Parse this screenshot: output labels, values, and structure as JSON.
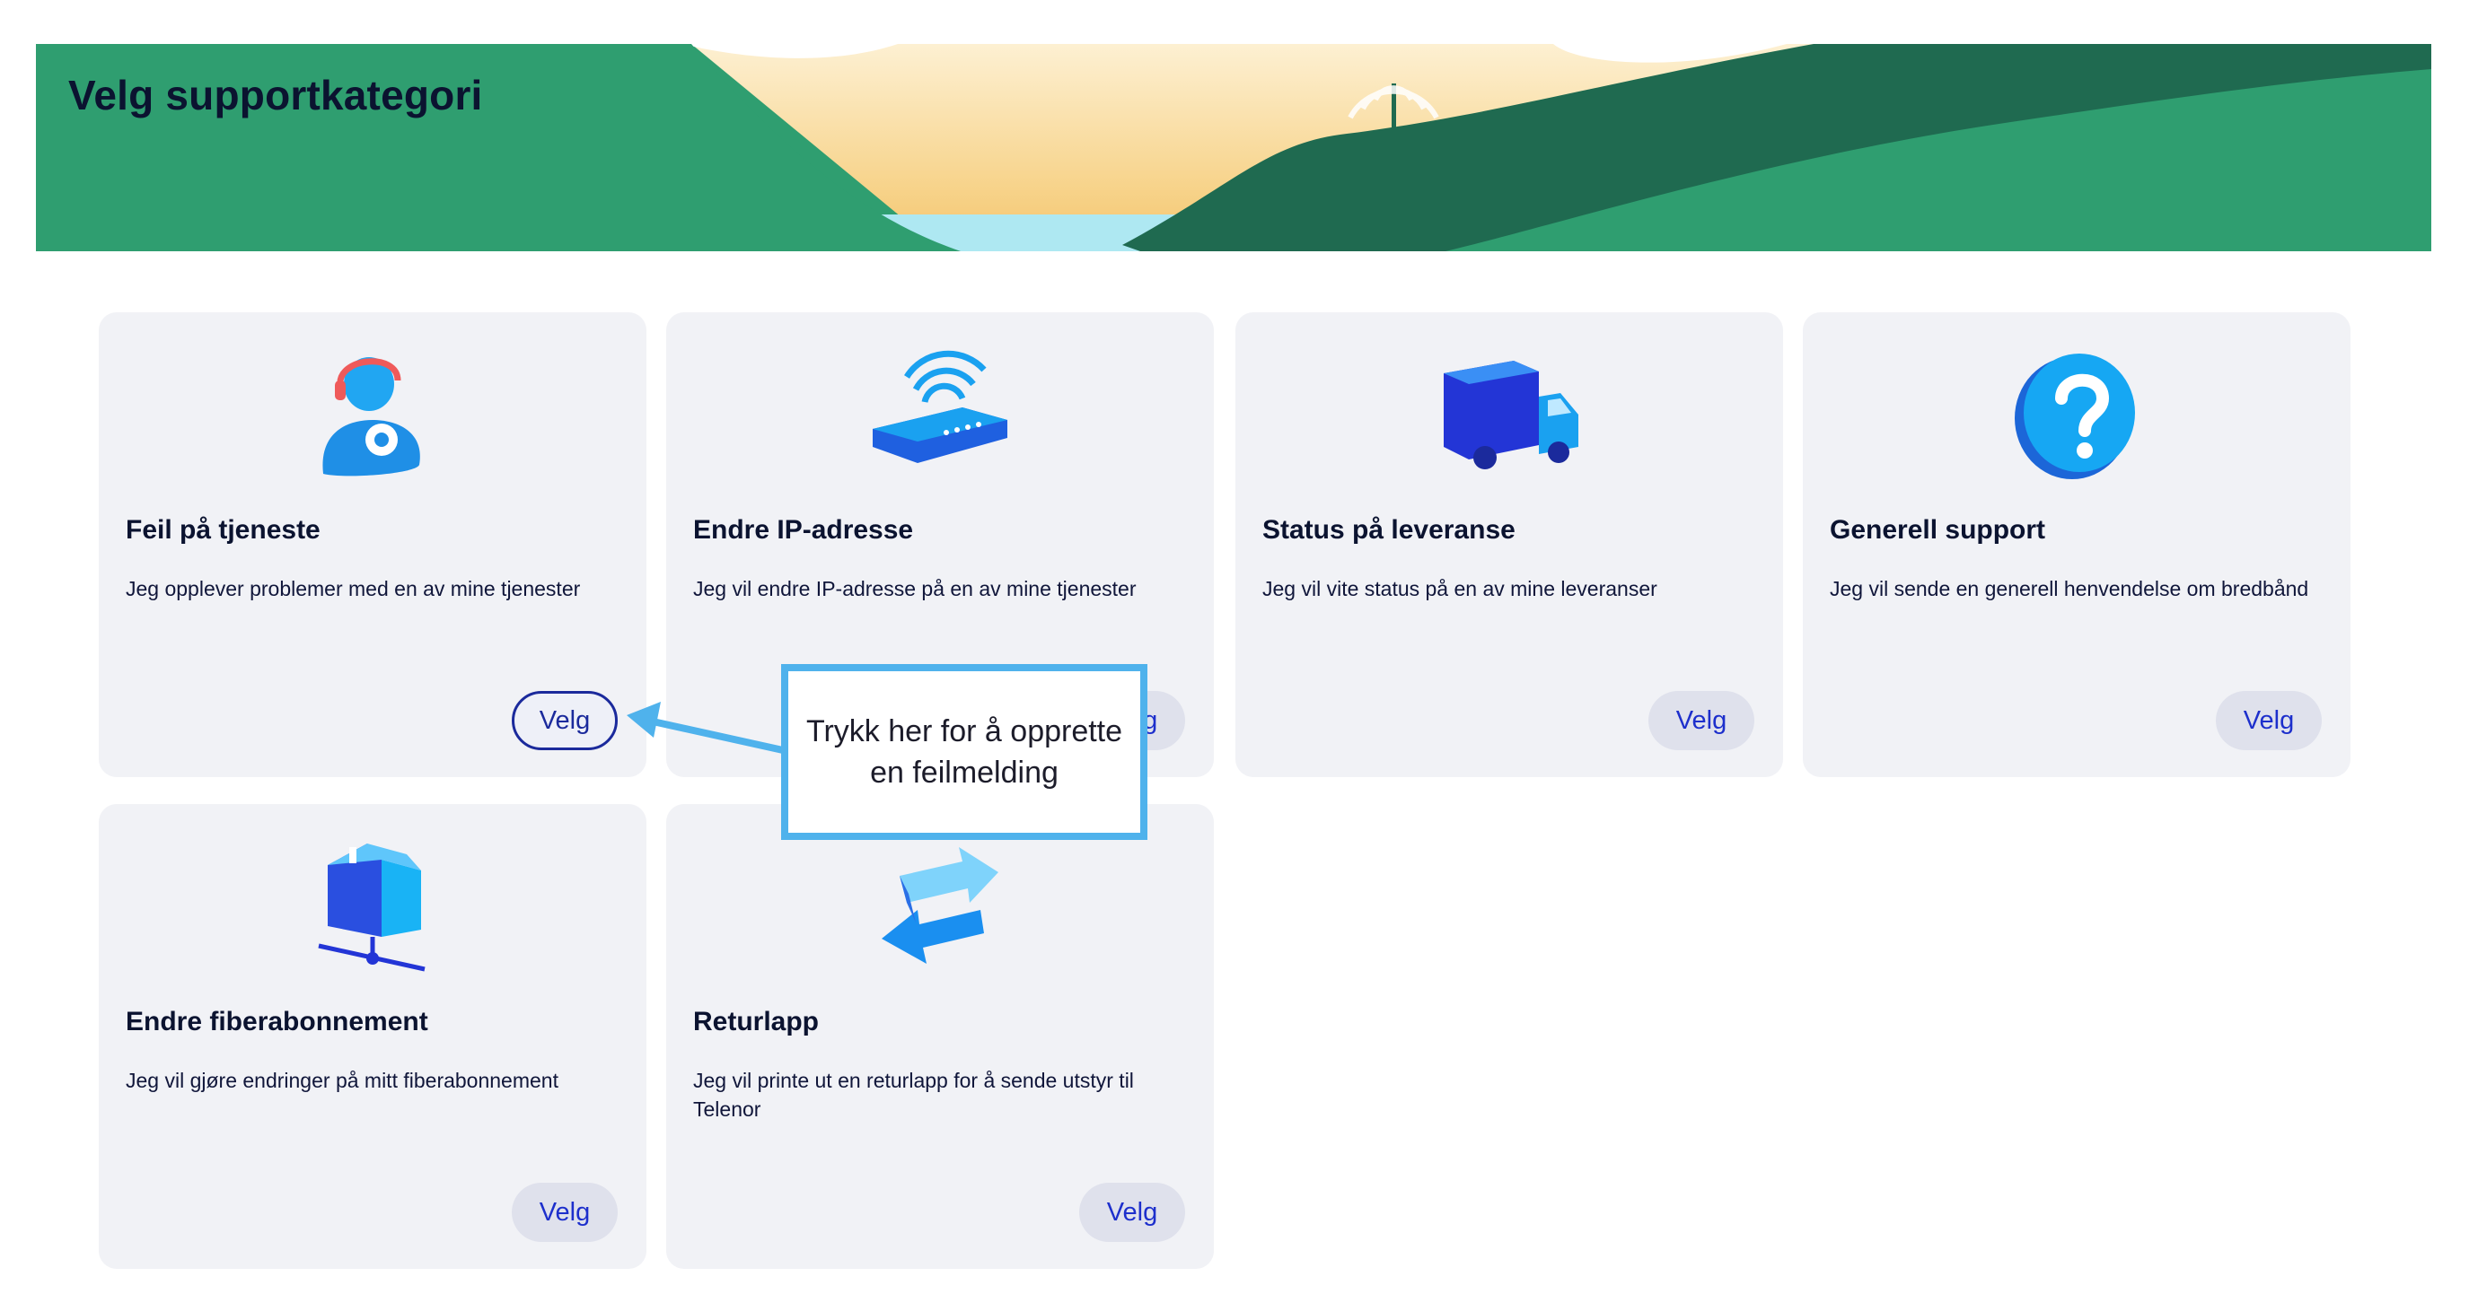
{
  "header": {
    "title": "Velg supportkategori"
  },
  "cards": [
    {
      "id": "feil",
      "title": "Feil på tjeneste",
      "description": "Jeg opplever problemer med en av mine tjenester",
      "button": "Velg",
      "icon": "support-agent-icon"
    },
    {
      "id": "ip",
      "title": "Endre IP-adresse",
      "description": "Jeg vil endre IP-adresse på en av mine tjenester",
      "button": "Velg",
      "icon": "router-icon"
    },
    {
      "id": "status",
      "title": "Status på leveranse",
      "description": "Jeg vil vite status på en av mine leveranser",
      "button": "Velg",
      "icon": "delivery-truck-icon"
    },
    {
      "id": "generell",
      "title": "Generell support",
      "description": "Jeg vil sende en generell henvendelse om bredbånd",
      "button": "Velg",
      "icon": "question-mark-icon"
    },
    {
      "id": "fiber",
      "title": "Endre fiberabonnement",
      "description": "Jeg vil gjøre endringer på mitt fiberabonnement",
      "button": "Velg",
      "icon": "fiber-house-icon"
    },
    {
      "id": "retur",
      "title": "Returlapp",
      "description": "Jeg vil printe ut en returlapp for å sende utstyr til Telenor",
      "button": "Velg",
      "icon": "return-arrows-icon"
    }
  ],
  "callout": {
    "text": "Trykk her for å opprette en feilmelding"
  },
  "colors": {
    "banner_green": "#2f9e70",
    "accent_blue": "#1d2fcc",
    "callout_border": "#4fb2ec",
    "card_bg": "#f1f2f6"
  }
}
